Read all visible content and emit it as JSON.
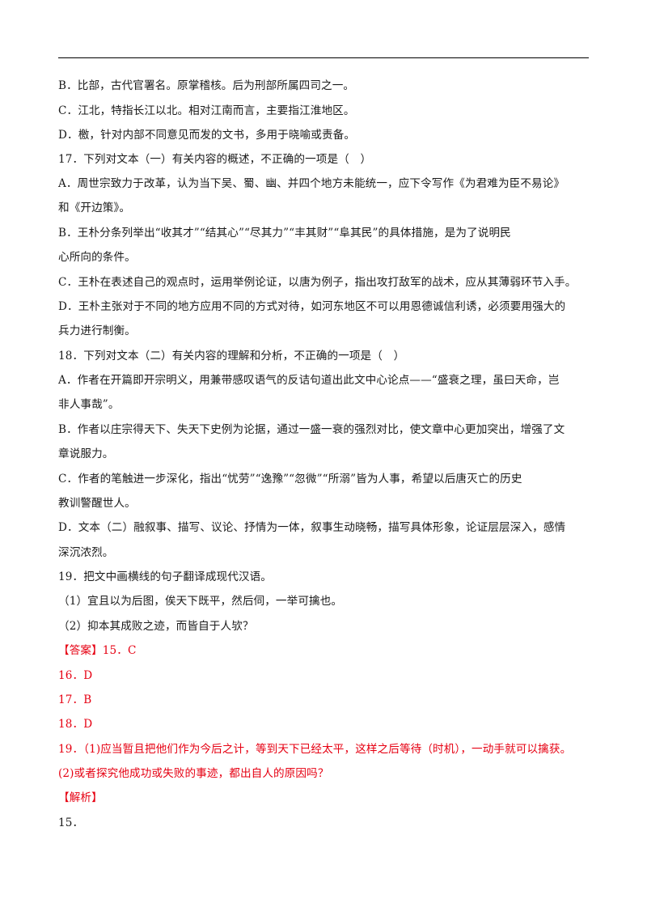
{
  "lines": [
    "B．比部，古代官署名。原掌稽核。后为刑部所属四司之一。",
    "C．江北，特指长江以北。相对江南而言，主要指江淮地区。",
    "D．檄，针对内部不同意见而发的文书，多用于晓喻或责备。",
    "17．下列对文本（一）有关内容的概述，不正确的一项是（　）",
    "A．周世宗致力于改革，认为当下吴、蜀、幽、并四个地方未能统一，应下令写作《为君难为臣不易论》",
    "和《开边策》。",
    "B．王朴分条列举出“收其才”“结其心”“尽其力”“丰其财”“阜其民”的具体措施，是为了说明民",
    "心所向的条件。",
    "C．王朴在表述自己的观点时，运用举例论证，以唐为例子，指出攻打敌军的战术，应从其薄弱环节入手。",
    "D．王朴主张对于不同的地方应用不同的方式对待，如河东地区不可以用恩德诚信利诱，必须要用强大的",
    "兵力进行制衡。",
    "18．下列对文本（二）有关内容的理解和分析，不正确的一项是（　）",
    "A．作者在开篇即开宗明义，用兼带感叹语气的反诘句道出此文中心论点——“盛衰之理，虽曰天命，岂",
    "非人事哉”。",
    "B．作者以庄宗得天下、失天下史例为论据，通过一盛一衰的强烈对比，使文章中心更加突出，增强了文",
    "章说服力。",
    "C．作者的笔触进一步深化，指出“忧劳”“逸豫”“忽微”“所溺”皆为人事，希望以后唐灭亡的历史",
    "教训警醒世人。",
    "D．文本（二）融叙事、描写、议论、抒情为一体，叙事生动晓畅，描写具体形象，论证层层深入，感情",
    "深沉浓烈。",
    "19．把文中画横线的句子翻译成现代汉语。",
    "（1）宜且以为后图，俟天下既平，然后伺，一举可擒也。",
    "（2）抑本其成败之迹，而皆自于人欤？",
    "【答案】15．C",
    "16．D",
    "17．B",
    "18．D",
    "19．（1)应当暂且把他们作为今后之计，等到天下已经太平，这样之后等待（时机），一动手就可以擒获。",
    "(2)或者探究他成功或失败的事迹，都出自人的原因吗？",
    "【解析】",
    "15．"
  ],
  "colors": {
    "text": "#1a1a1a",
    "answer_red": "#e60012",
    "rule": "#000000"
  }
}
